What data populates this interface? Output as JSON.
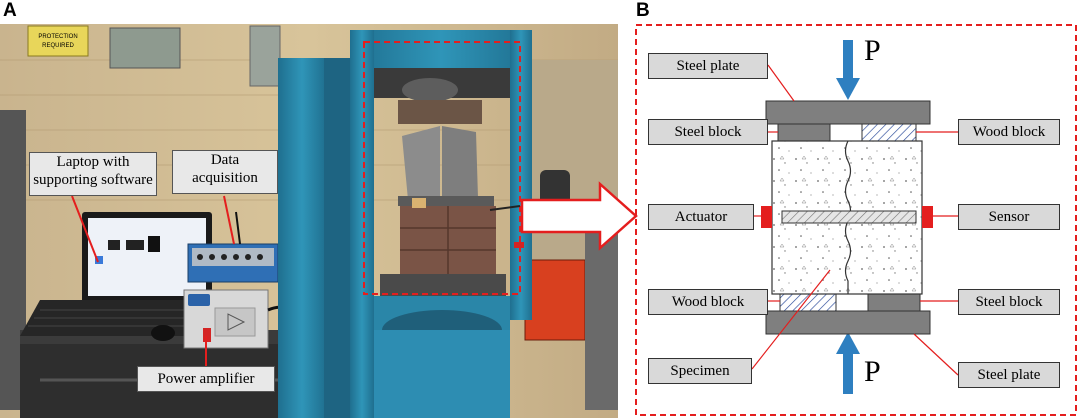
{
  "panels": {
    "left": "A",
    "right": "B"
  },
  "photo": {
    "callouts": {
      "laptop": [
        "Laptop with",
        "supporting software"
      ],
      "daq": [
        "Data",
        "acquisition"
      ],
      "amplifier": "Power amplifier",
      "sign": [
        "PROTECTION",
        "REQUIRED"
      ]
    }
  },
  "schematic": {
    "load": "P",
    "labels": {
      "steel_plate_top": "Steel plate",
      "steel_block_top": "Steel block",
      "wood_block_top": "Wood block",
      "actuator": "Actuator",
      "sensor": "Sensor",
      "wood_block_bottom": "Wood block",
      "steel_block_bottom": "Steel block",
      "specimen": "Specimen",
      "steel_plate_bottom": "Steel plate"
    }
  },
  "colors": {
    "frame_blue": "#2f8fb0",
    "dashed_red": "#e41e1e",
    "arrow_blue": "#2e7fc0",
    "plate_gray": "#7f7f7f",
    "label_gray": "#d9d9d9"
  }
}
